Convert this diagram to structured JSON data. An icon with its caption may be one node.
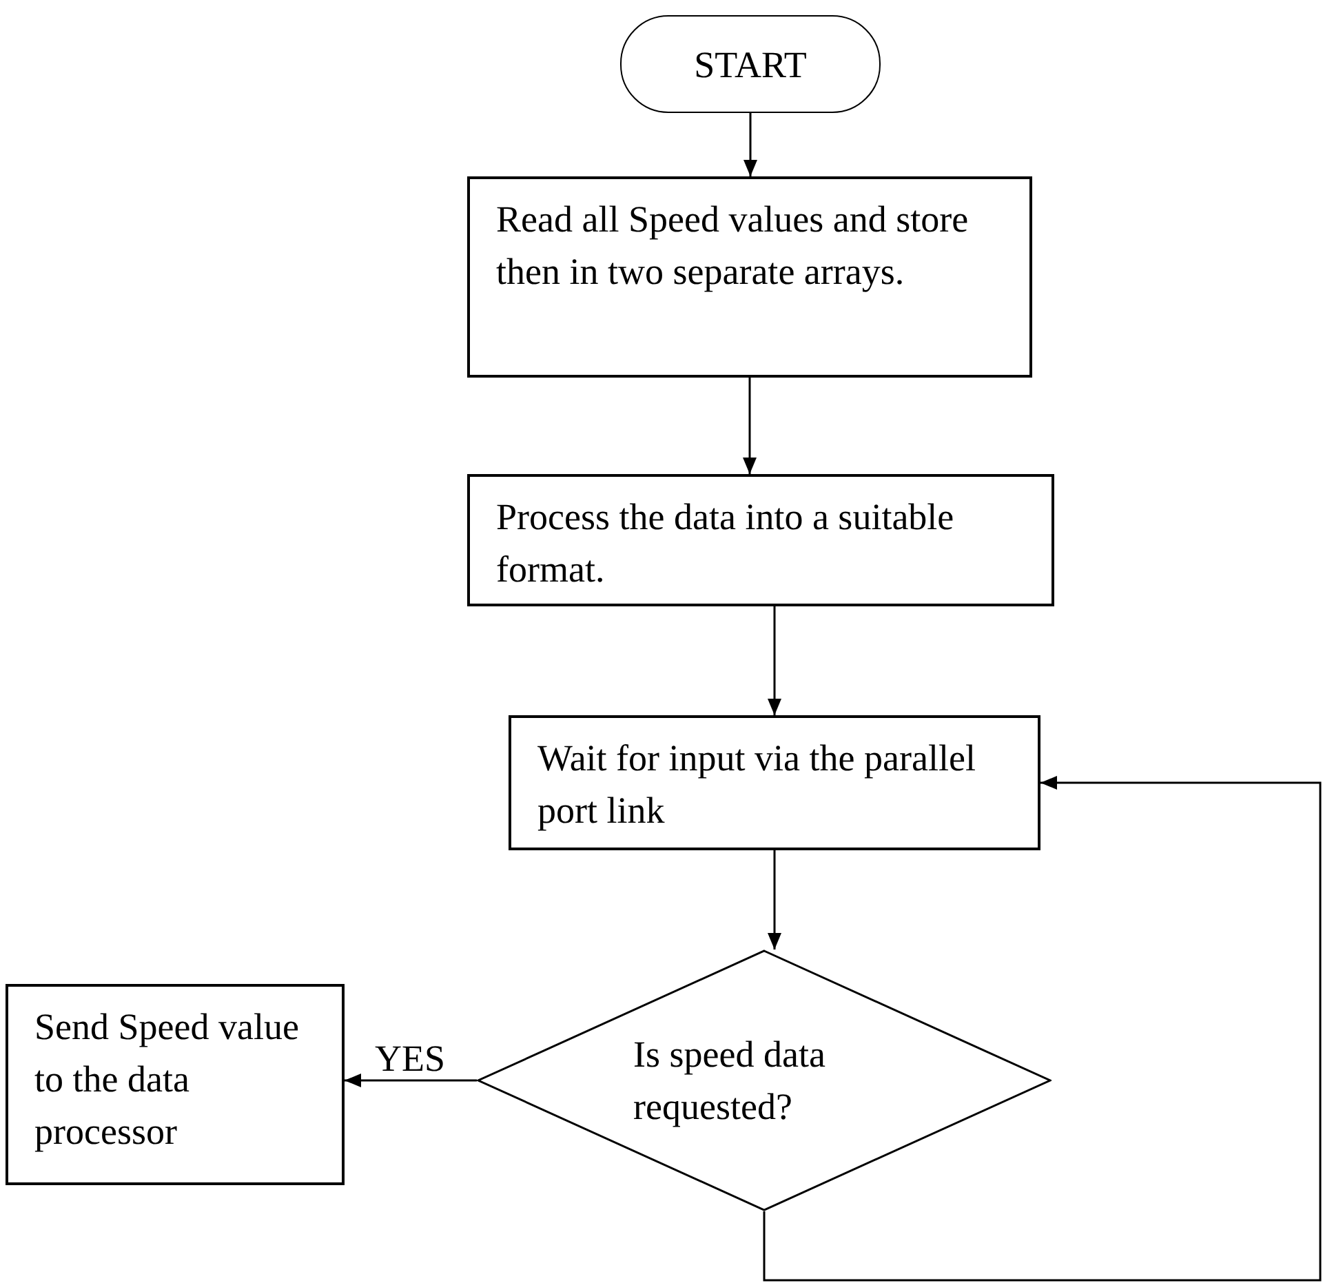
{
  "diagram": {
    "nodes": [
      {
        "text": [
          "START"
        ]
      },
      {
        "text": [
          "Read all Speed values and store then in two separate arrays."
        ]
      },
      {
        "text": [
          "Process the data into a suitable format."
        ]
      },
      {
        "text": [
          "Wait for input via the parallel port link"
        ]
      },
      {
        "text": [
          "Is speed data requested?"
        ]
      },
      {
        "text": [
          "Send Speed value to the data processor"
        ]
      }
    ],
    "edges": [
      {
        "from": 0,
        "to": 1,
        "arrow": "to"
      },
      {
        "from": 1,
        "to": 2,
        "arrow": "to"
      },
      {
        "from": 2,
        "to": 3,
        "arrow": "to"
      },
      {
        "from": 3,
        "to": 4,
        "arrow": "to"
      },
      {
        "from": 4,
        "to": 5,
        "arrow": "to",
        "label": "YES"
      },
      {
        "from": 4,
        "to": 3,
        "arrow": "to"
      }
    ]
  }
}
